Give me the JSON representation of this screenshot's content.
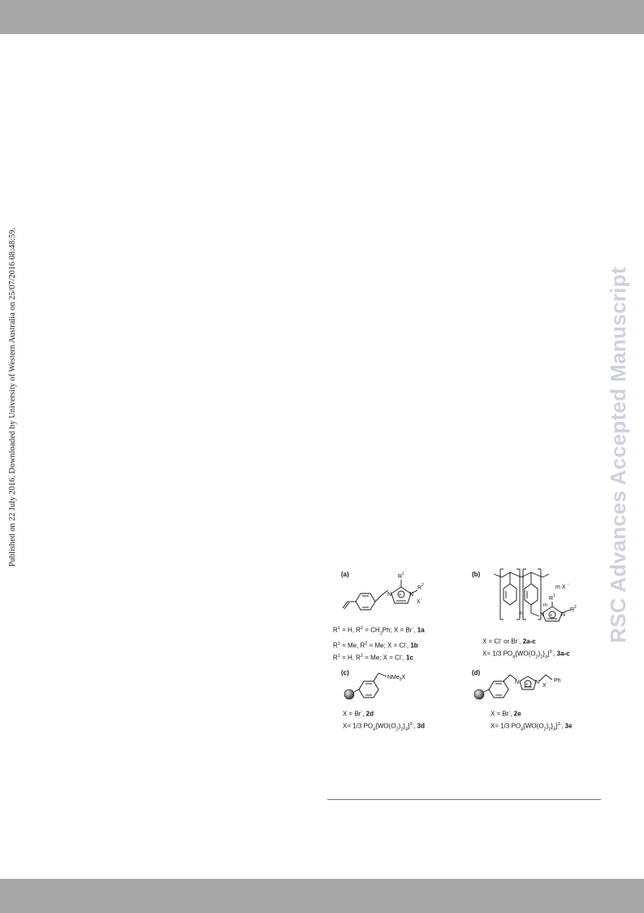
{
  "side_note": "Published on 22 July 2016. Downloaded by University of Western Australia on 25/07/2016 08:48:59.",
  "watermark": "RSC Advances Accepted Manuscript",
  "panels": {
    "a": {
      "label": "(a)",
      "atoms": {
        "r1": "R",
        "r1_sup": "1",
        "r2": "R",
        "r2_sup": "2",
        "n1": "N",
        "n2": "N",
        "x": "X",
        "x_sup": "-",
        "plus": "+"
      },
      "legend": [
        {
          "r1": "R",
          "s1": "1",
          "t1": " = H,   R",
          "s2": "2",
          "t2": " = CH",
          "sub": "2",
          "t3": "Ph; X = Br",
          "s3": "-",
          "t4": ", ",
          "id": "1a"
        },
        {
          "r1": "R",
          "s1": "1",
          "t1": " = Me,  R",
          "s2": "2",
          "t2": " = Me; X = Cl",
          "s3": "-",
          "t4": ", ",
          "id": "1b"
        },
        {
          "r1": "R",
          "s1": "1",
          "t1": " = H,    R",
          "s2": "2",
          "t2": " = Me; X = Cl",
          "s3": "-",
          "t4": ", ",
          "id": "1c"
        }
      ]
    },
    "b": {
      "label": "(b)",
      "atoms": {
        "mx": "m X",
        "mx_sup": "-",
        "n_idx": "n",
        "m_idx": "m",
        "r1": "R",
        "r1_sup": "1",
        "r2": "R",
        "r2_sup": "2",
        "n1": "N",
        "n2": "N",
        "plus": "+"
      },
      "legend_line1": {
        "t1": "X = Cl",
        "s1": "-",
        "t2": " or Br",
        "s2": "-",
        "t3": ", ",
        "id": "2a-c"
      },
      "legend_line2": {
        "t1": "X= 1/3 PO",
        "sub1": "4",
        "t2": "{WO(O",
        "sub2": "2",
        "t3": ")",
        "sub3": "2",
        "t4": "}",
        "sub4": "4",
        "t5": "]",
        "sup": "3-",
        "t6": ",  ",
        "id": "3a-c"
      }
    },
    "c": {
      "label": "(c)",
      "atoms": {
        "group": "NMe",
        "group_sub": "3",
        "group_x": "X"
      },
      "legend_line1": {
        "t1": "X = Br",
        "s1": "-",
        "t2": ", ",
        "id": "2d"
      },
      "legend_line2": {
        "t1": "X= 1/3 PO",
        "sub1": "4",
        "t2": "{WO(O",
        "sub2": "2",
        "t3": ")",
        "sub3": "2",
        "t4": "}",
        "sub4": "4",
        "t5": "]",
        "sup": "3-",
        "t6": ",  ",
        "id": "3d"
      }
    },
    "d": {
      "label": "(d)",
      "atoms": {
        "n1": "N",
        "n2": "N",
        "plus": "+",
        "x": "X",
        "x_sup": "-",
        "ph": "Ph"
      },
      "legend_line1": {
        "t1": "X = Br",
        "s1": "-",
        "t2": ", ",
        "id": "2e"
      },
      "legend_line2": {
        "t1": "X= 1/3 PO",
        "sub1": "4",
        "t2": "{WO(O",
        "sub2": "2",
        "t3": ")",
        "sub3": "2",
        "t4": "}",
        "sub4": "4",
        "t5": "]",
        "sup": "3-",
        "t6": ",  ",
        "id": "3e"
      }
    }
  },
  "colors": {
    "band": "#a6a6a6",
    "watermark": "#cfd0de"
  }
}
